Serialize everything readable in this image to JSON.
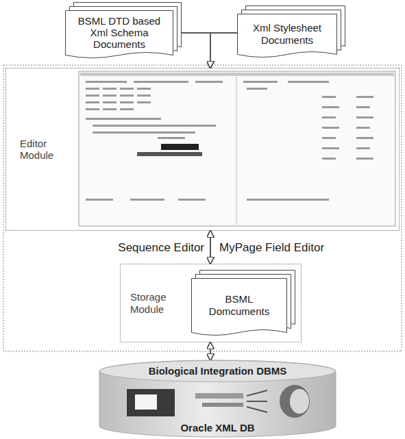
{
  "diagram": {
    "nodes": [
      {
        "text": [
          "BSML DTD based Xml Schema Documents"
        ]
      },
      {
        "text": [
          "Xml Stylesheet Documents"
        ]
      },
      {
        "text": [
          "Editor Module"
        ]
      },
      {
        "text": [
          "Storage Module"
        ]
      },
      {
        "text": [
          "BSML Domcuments"
        ],
        "in": 3
      },
      {
        "text": [
          "Biological Integration DBMS",
          "Oracle XML DB"
        ]
      }
    ],
    "edges": [
      {
        "from": 0,
        "to": 2,
        "arrow": "to"
      },
      {
        "from": 1,
        "to": 2,
        "arrow": "to"
      },
      {
        "from": 2,
        "to": 3,
        "arrow": "both"
      },
      {
        "from": 3,
        "to": 5,
        "arrow": "both"
      }
    ],
    "labels": [
      "Sequence Editor",
      "MyPage Field Editor"
    ]
  }
}
